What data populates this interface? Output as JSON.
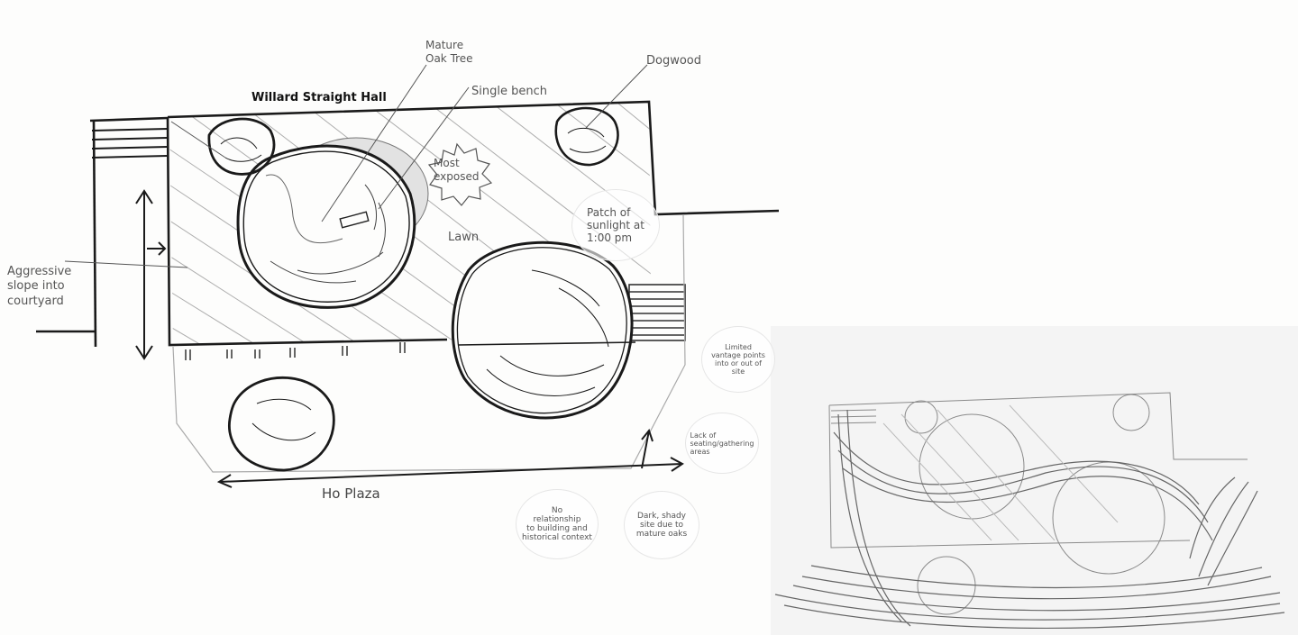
{
  "labels": {
    "building": "Willard Straight Hall",
    "oak": "Mature\nOak Tree",
    "bench": "Single bench",
    "dogwood": "Dogwood",
    "exposed": "Most\nexposed",
    "lawn": "Lawn",
    "slope": "Aggressive\nslope into\ncourtyard",
    "plaza": "Ho Plaza"
  },
  "notes": {
    "sunlight": "Patch of\nsunlight at\n1:00 pm",
    "vantage": "Limited\nvantage points\ninto or out of\nsite",
    "seating": "Lack of\nseating/gathering\nareas",
    "relationship": "No\nrelationship\nto building and\nhistorical context",
    "shady": "Dark, shady\nsite due to\nmature oaks"
  }
}
